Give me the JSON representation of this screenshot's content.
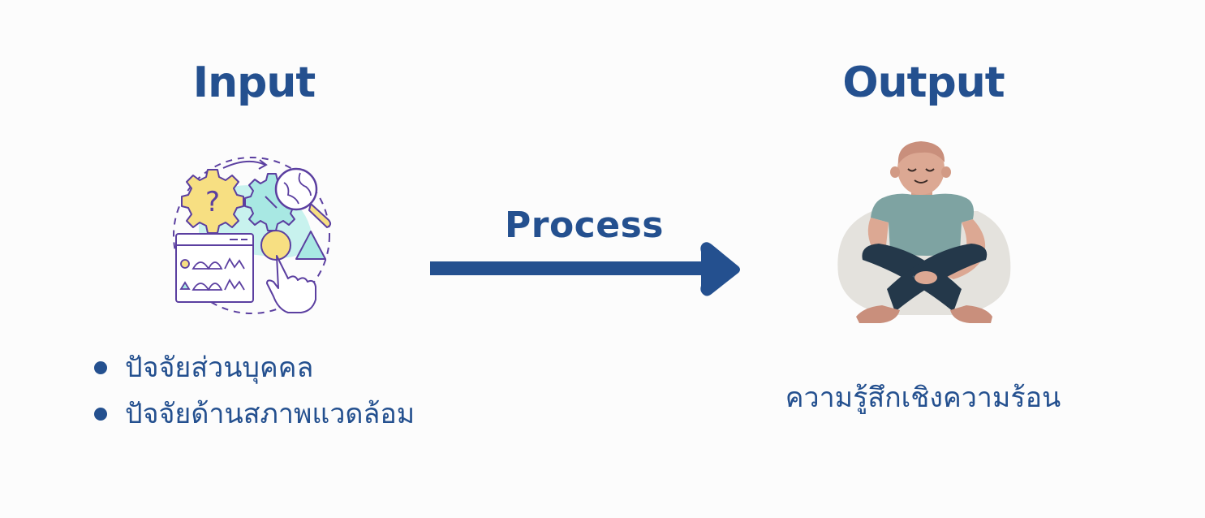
{
  "input": {
    "title": "Input",
    "items": [
      "ปัจจัยส่วนบุคคล",
      "ปัจจัยด้านสภาพแวดล้อม"
    ],
    "icon": "data-analysis-icon"
  },
  "process": {
    "label": "Process",
    "icon": "right-arrow-icon"
  },
  "output": {
    "title": "Output",
    "text": "ความรู้สึกเชิงความร้อน",
    "illustration": "meditating-person-icon"
  },
  "colors": {
    "primary": "#24508f",
    "icon_outline": "#5b3fa0",
    "icon_yellow": "#f7df82",
    "icon_teal": "#a8e8e3",
    "shirt": "#7ea3a2",
    "pants": "#24384a",
    "skin": "#dca893",
    "cushion": "#e4e2dd"
  }
}
